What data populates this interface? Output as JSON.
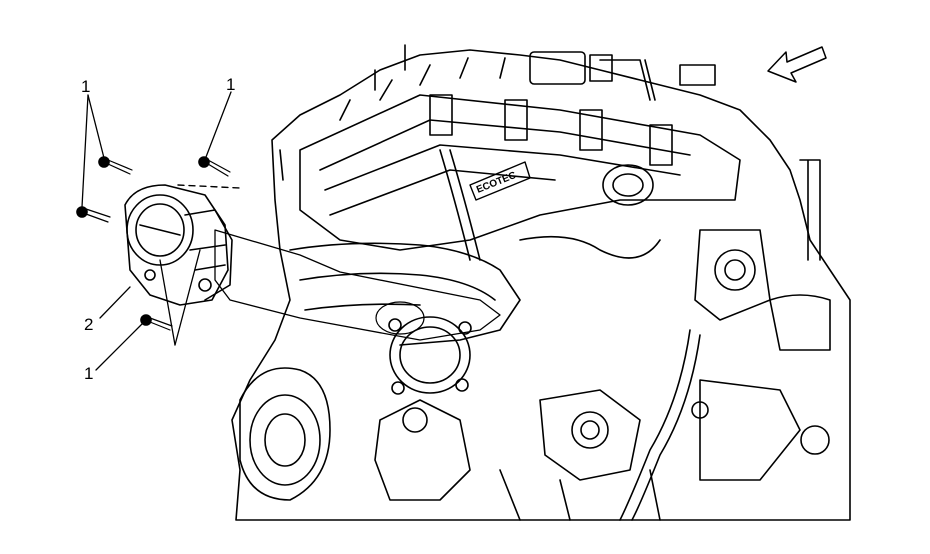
{
  "diagram": {
    "callouts": [
      {
        "id": "c1a",
        "label": "1"
      },
      {
        "id": "c1b",
        "label": "1"
      },
      {
        "id": "c1c",
        "label": "1"
      },
      {
        "id": "c2",
        "label": "2"
      }
    ],
    "badge_text": "ECOTEC",
    "view_arrow": "direction-arrow-icon"
  }
}
